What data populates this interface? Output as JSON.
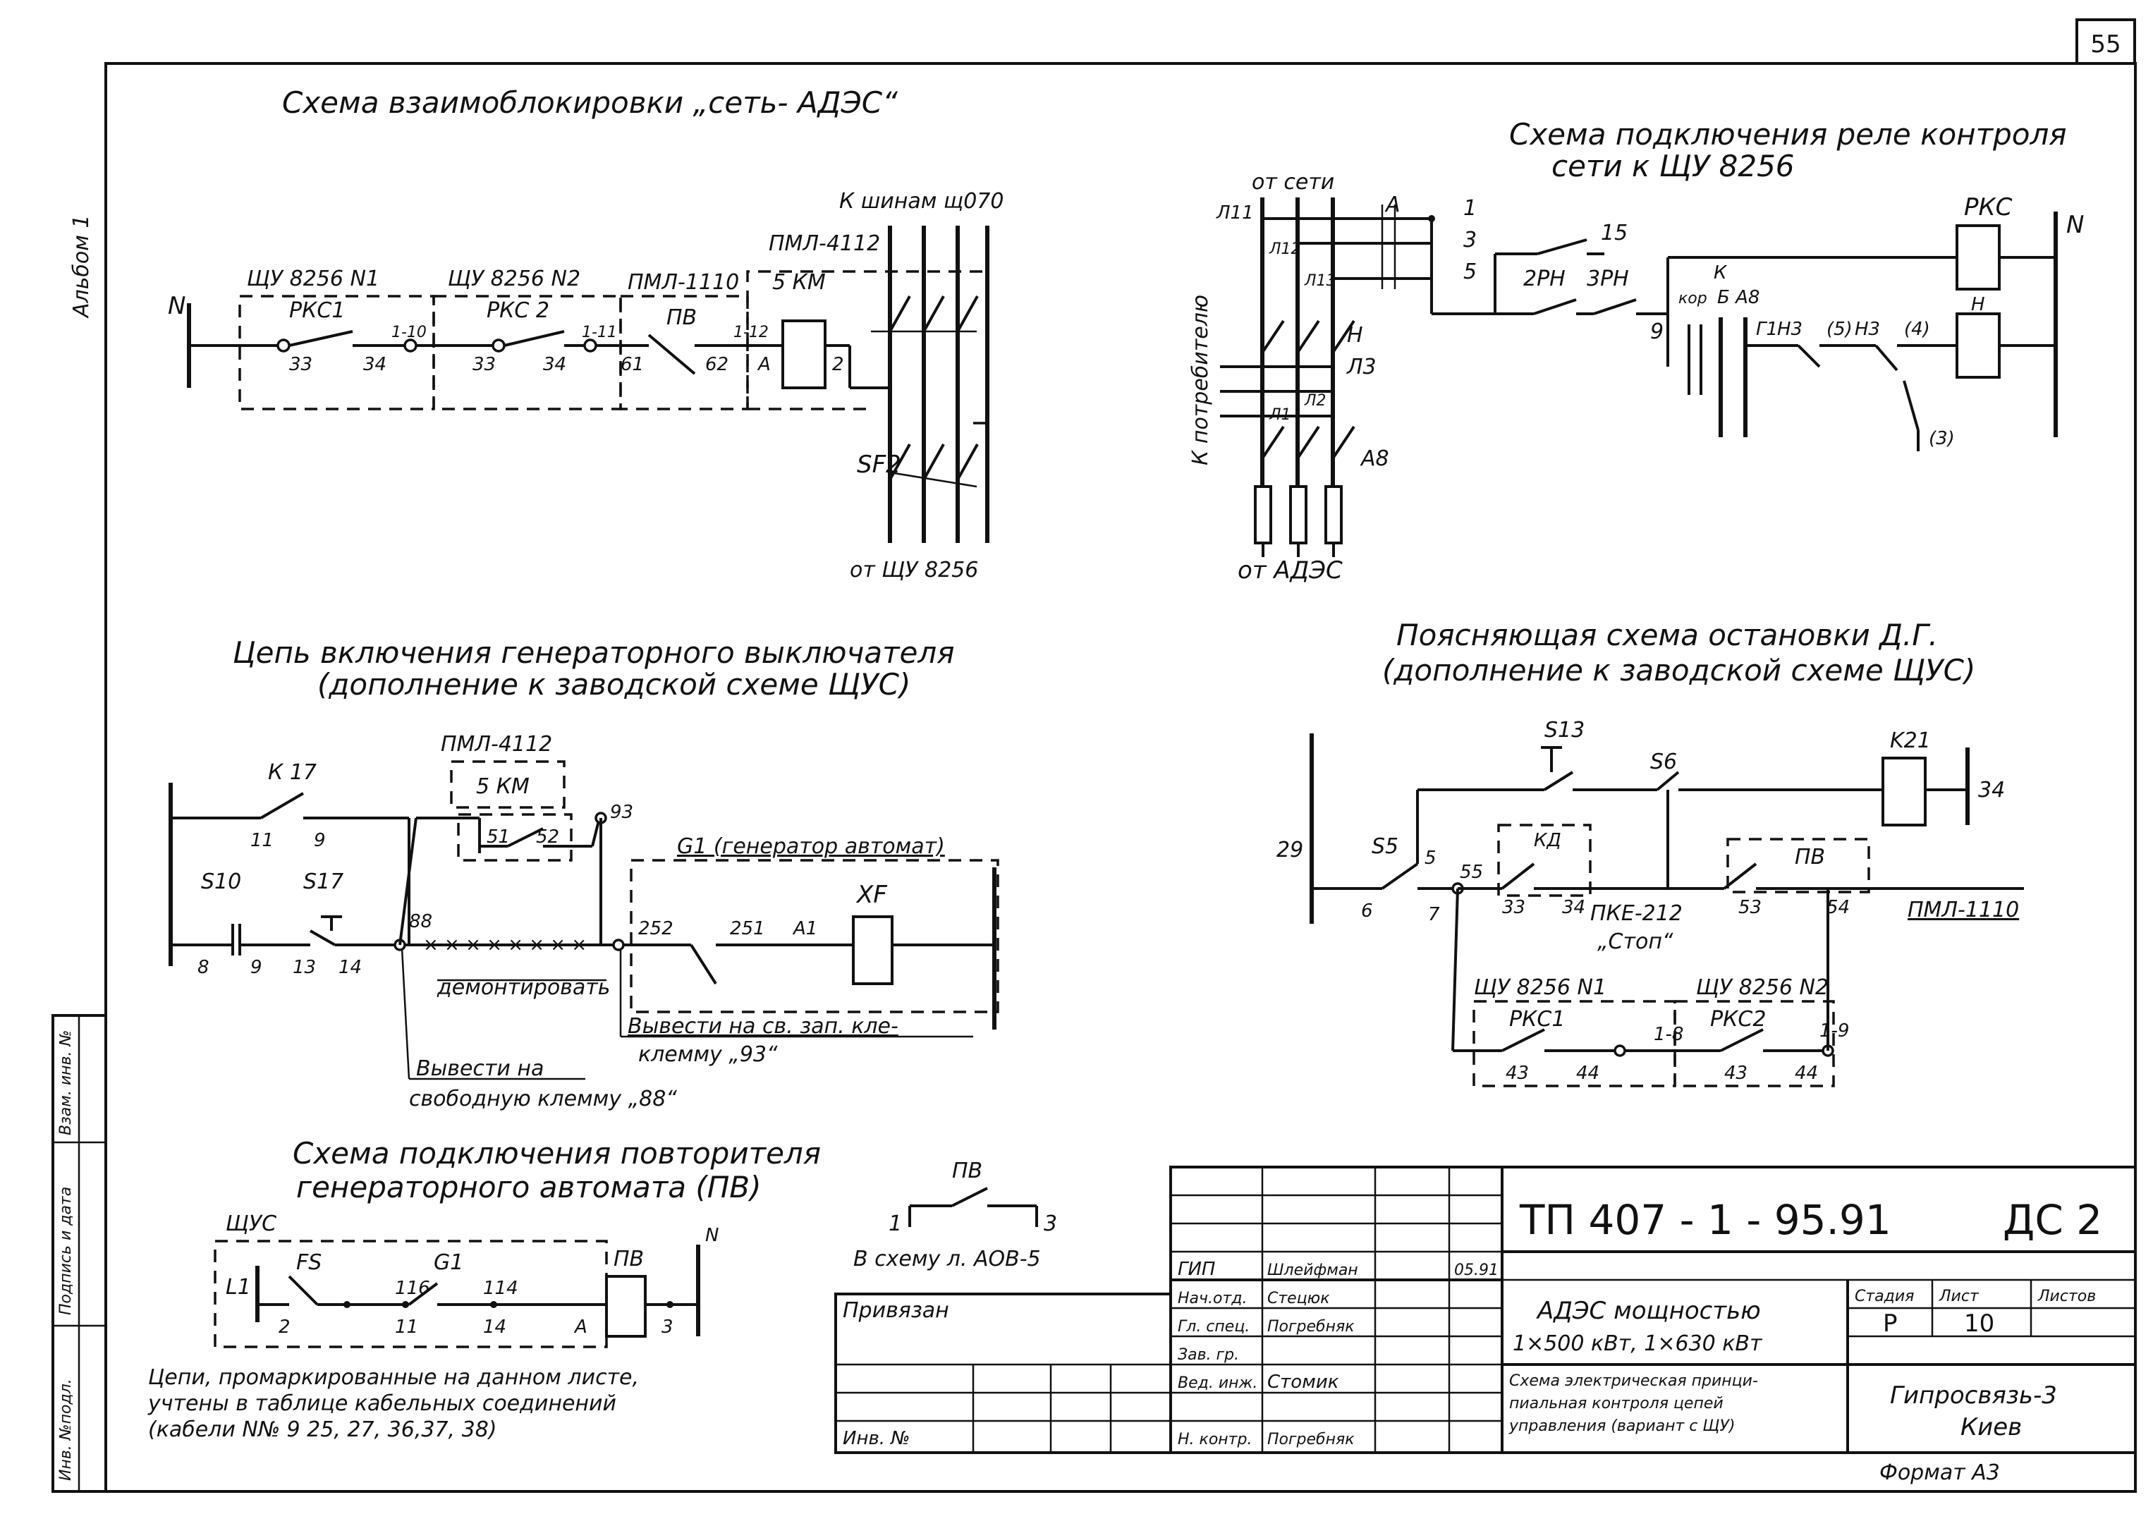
{
  "sheet": {
    "page_number": "55",
    "album_label": "Альбом 1",
    "side_stamp": [
      "Инв. №подл.",
      "Подпись и дата",
      "Взам. инв. №"
    ]
  },
  "interlock": {
    "title": "Схема взаимоблокировки „сеть- АДЭС“",
    "to_bus": "К шинам щ070",
    "from": "от ЩУ 8256",
    "neutral": "N",
    "shu1": "ЩУ 8256 N1",
    "shu2": "ЩУ 8256 N2",
    "pml_a": "ПМЛ-1110",
    "pml_b": "ПМЛ-4112",
    "rks1": "РКС1",
    "rks2": "РКС 2",
    "pv": "ПВ",
    "km": "5 КМ",
    "sf": "SF2",
    "t33a": "33",
    "t34a": "34",
    "t110": "1-10",
    "t33b": "33",
    "t34b": "34",
    "t111": "1-11",
    "t61": "61",
    "t62": "62",
    "t112": "1-12",
    "tA": "А",
    "t2": "2"
  },
  "relay": {
    "title_1": "Схема подключения реле контроля",
    "title_2": "сети   к   ЩУ 8256",
    "from_net": "от сети",
    "to_consumer": "К потребителю",
    "from_ades": "от АДЭС",
    "L11": "Л11",
    "L12": "Л12",
    "L13": "Л13",
    "A": "А",
    "H": "Н",
    "L3": "Л3",
    "L2": "Л2",
    "L1": "Л1",
    "A8": "А8",
    "n1": "1",
    "n3": "3",
    "n5": "5",
    "n15": "15",
    "n9": "9",
    "rn2": "2РН",
    "rn3": "3РН",
    "k": "К",
    "kor": "кор",
    "b_a8": "Б А8",
    "rks": "РКС",
    "neutral": "N",
    "h2": "Н",
    "g1": "Г1",
    "h3": "Н3",
    "c5": "(5)",
    "h3b": "Н3",
    "c4": "(4)",
    "c3": "(3)"
  },
  "gen_switch": {
    "title_1": "Цепь включения генераторного выключателя",
    "title_2": "(дополнение к заводской схеме ЩУС)",
    "k17": "К 17",
    "s10": "S10",
    "s17": "S17",
    "pml": "ПМЛ-4112",
    "km": "5 КМ",
    "gen_box": "G1 (генератор автомат)",
    "xf": "XF",
    "n11": "11",
    "n9a": "9",
    "n8": "8",
    "n9b": "9",
    "n13": "13",
    "n14": "14",
    "n88": "88",
    "n51": "51",
    "n52": "52",
    "n93": "93",
    "n252": "252",
    "n251": "251",
    "a1": "А1",
    "dismount": "демонтировать",
    "note_out": "Вывести на св. зап. кле-",
    "note_out2": "клемму „93“",
    "free_1": "Вывести на",
    "free_2": "свободную клемму „88“"
  },
  "stop": {
    "title_1": "Поясняющая схема остановки Д.Г.",
    "title_2": "(дополнение к заводской схеме ЩУС)",
    "s13": "S13",
    "s6": "S6",
    "k21": "K21",
    "n34": "34",
    "n29": "29",
    "s5": "S5",
    "n5": "5",
    "n6": "6",
    "n7": "7",
    "n55": "55",
    "kd": "КД",
    "n33": "33",
    "n34b": "34",
    "pke": "ПКЕ-212",
    "stop": "„Стоп“",
    "pv": "ПВ",
    "n53": "53",
    "n54": "54",
    "pml": "ПМЛ-1110",
    "shu1": "ЩУ 8256 N1",
    "shu2": "ЩУ 8256 N2",
    "rks1": "РКС1",
    "rks2": "РКС2",
    "n43a": "43",
    "n44a": "44",
    "n18": "1-8",
    "n43b": "43",
    "n44b": "44",
    "n19": "1-9"
  },
  "repeater": {
    "title_1": "Схема подключения повторителя",
    "title_2": "генераторного автомата (ПВ)",
    "shus": "ЩУС",
    "L1": "L1",
    "FS": "FS",
    "G1": "G1",
    "pv": "ПВ",
    "N": "N",
    "n2": "2",
    "n116": "116",
    "n11": "11",
    "n114": "114",
    "n14": "14",
    "nA": "А",
    "n3": "3"
  },
  "pv_small": {
    "label": "ПВ",
    "n1": "1",
    "n3": "3",
    "note": "В схему л. АОВ-5"
  },
  "notes": {
    "line1": "Цепи, промаркированные на данном листе,",
    "line2": "учтены в таблице кабельных соединений",
    "line3": "(кабели  N№ 9  25, 27, 36,37, 38)"
  },
  "title_block": {
    "doc_number": "ТП 407 - 1 - 95.91",
    "sheet_code": "ДС 2",
    "attached": "Привязан",
    "inv": "Инв. №",
    "roles": [
      "ГИП",
      "Нач.отд.",
      "Гл. спец.",
      "Зав. гр.",
      "Вед. инж.",
      "Н. контр."
    ],
    "names": [
      "Шлейфман",
      "Стецюк",
      "Погребняк",
      "",
      "Стомик",
      "Погребняк"
    ],
    "dates": [
      "05.91",
      "",
      "",
      "",
      "",
      ""
    ],
    "object_1": "АДЭС  мощностью",
    "object_2": "1×500 кВт,  1×630 кВт",
    "sheet_desc_1": "Схема электрическая принци-",
    "sheet_desc_2": "пиальная контроля цепей",
    "sheet_desc_3": "управления (вариант с ЩУ)",
    "stage_label": "Стадия",
    "sheet_label": "Лист",
    "sheets_label": "Листов",
    "stage": "Р",
    "sheet": "10",
    "org_1": "Гипросвязь-3",
    "org_2": "Киев",
    "format": "Формат А3"
  }
}
